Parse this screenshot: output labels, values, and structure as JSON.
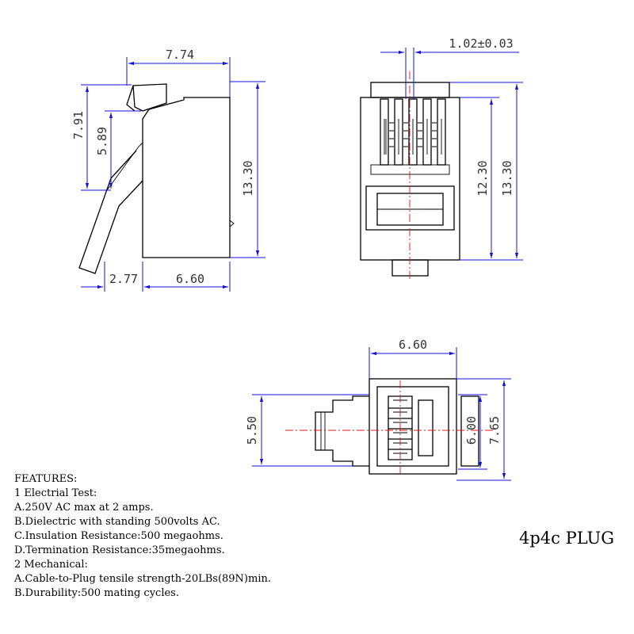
{
  "title": "4p4c PLUG",
  "dimensions": {
    "side_top_width": "7.74",
    "side_latch_height": "7.91",
    "side_latch_inner": "5.89",
    "side_height": "13.30",
    "side_latch_offset": "2.77",
    "side_bottom_width": "6.60",
    "front_pin_pitch": "1.02±0.03",
    "front_body_height": "12.30",
    "front_height": "13.30",
    "end_width": "6.60",
    "end_latch_height": "5.50",
    "end_inner_height": "6.00",
    "end_height": "7.65"
  },
  "features": {
    "heading": "FEATURES:",
    "lines": [
      "1 Electrial Test:",
      "A.250V AC max at 2 amps.",
      "B.Dielectric with standing 500volts AC.",
      "C.Insulation Resistance:500 megaohms.",
      "D.Termination Resistance:35megaohms.",
      "2 Mechanical:",
      "A.Cable-to-Plug tensile strength-20LBs(89N)min.",
      "B.Durability:500 mating cycles.",
      ""
    ]
  },
  "colors": {
    "dimension": "#1010e0",
    "centerline": "#e01818",
    "outline": "#000000"
  }
}
